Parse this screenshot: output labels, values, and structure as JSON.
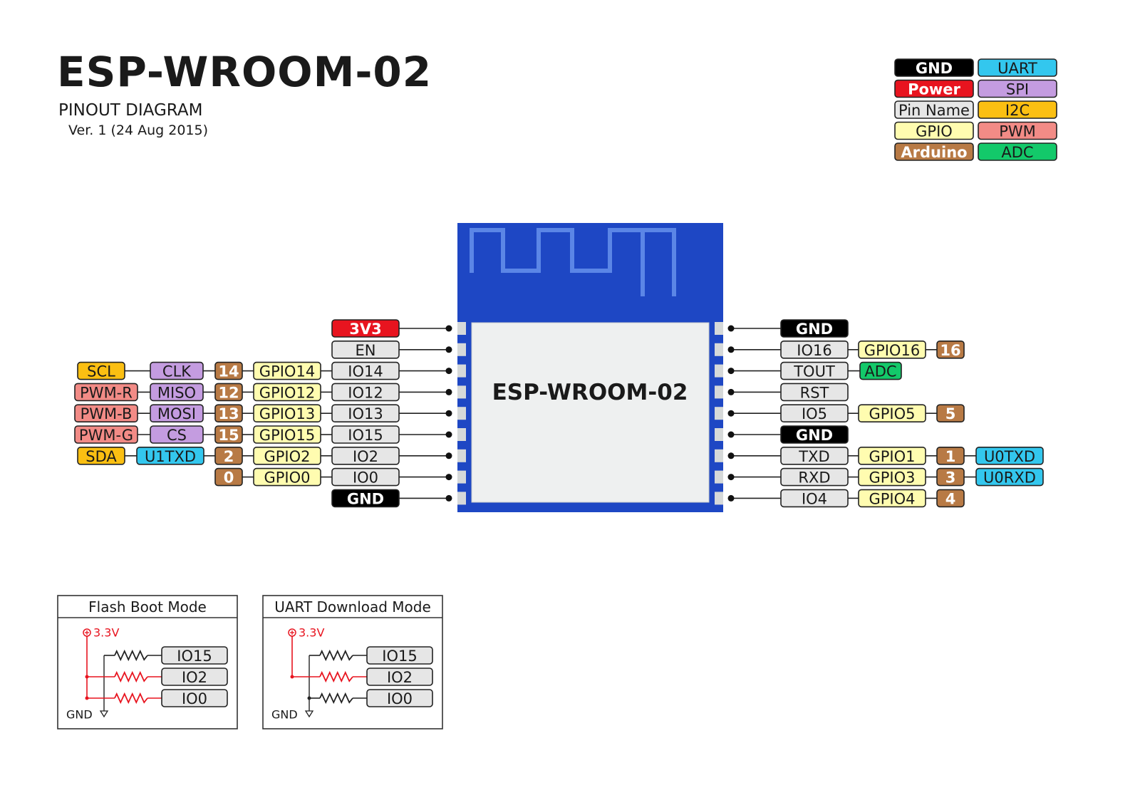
{
  "header": {
    "title": "ESP-WROOM-02",
    "subtitle": "PINOUT DIAGRAM",
    "version": "Ver. 1 (24 Aug 2015)"
  },
  "colors": {
    "gnd": "#000000",
    "power": "#e8141f",
    "pin": "#e6e6e6",
    "gpio": "#fffcb0",
    "arduino": "#b87a45",
    "uart": "#33c7ee",
    "spi": "#c49ce0",
    "i2c": "#fbbf12",
    "pwm": "#f28b86",
    "adc": "#13c96a",
    "chip_blue": "#1e47c4",
    "antenna": "#5b86e6",
    "chip_body": "#eef0f0"
  },
  "legend": [
    {
      "label": "GND",
      "type": "gnd"
    },
    {
      "label": "UART",
      "type": "uart"
    },
    {
      "label": "Power",
      "type": "power"
    },
    {
      "label": "SPI",
      "type": "spi"
    },
    {
      "label": "Pin Name",
      "type": "pin"
    },
    {
      "label": "I2C",
      "type": "i2c"
    },
    {
      "label": "GPIO",
      "type": "gpio"
    },
    {
      "label": "PWM",
      "type": "pwm"
    },
    {
      "label": "Arduino",
      "type": "arduino"
    },
    {
      "label": "ADC",
      "type": "adc"
    }
  ],
  "chip": {
    "label": "ESP-WROOM-02"
  },
  "left_pins": [
    {
      "pin": {
        "label": "3V3",
        "type": "power"
      }
    },
    {
      "pin": {
        "label": "EN",
        "type": "pin"
      }
    },
    {
      "pin": {
        "label": "IO14",
        "type": "pin"
      },
      "gpio": "GPIO14",
      "arduino": "14",
      "func1": {
        "label": "CLK",
        "type": "spi"
      },
      "func2": {
        "label": "SCL",
        "type": "i2c"
      }
    },
    {
      "pin": {
        "label": "IO12",
        "type": "pin"
      },
      "gpio": "GPIO12",
      "arduino": "12",
      "func1": {
        "label": "MISO",
        "type": "spi"
      },
      "func2": {
        "label": "PWM-R",
        "type": "pwm"
      }
    },
    {
      "pin": {
        "label": "IO13",
        "type": "pin"
      },
      "gpio": "GPIO13",
      "arduino": "13",
      "func1": {
        "label": "MOSI",
        "type": "spi"
      },
      "func2": {
        "label": "PWM-B",
        "type": "pwm"
      }
    },
    {
      "pin": {
        "label": "IO15",
        "type": "pin"
      },
      "gpio": "GPIO15",
      "arduino": "15",
      "func1": {
        "label": "CS",
        "type": "spi"
      },
      "func2": {
        "label": "PWM-G",
        "type": "pwm"
      }
    },
    {
      "pin": {
        "label": "IO2",
        "type": "pin"
      },
      "gpio": "GPIO2",
      "arduino": "2",
      "func1": {
        "label": "U1TXD",
        "type": "uart"
      },
      "func2": {
        "label": "SDA",
        "type": "i2c"
      }
    },
    {
      "pin": {
        "label": "IO0",
        "type": "pin"
      },
      "gpio": "GPIO0",
      "arduino": "0"
    },
    {
      "pin": {
        "label": "GND",
        "type": "gnd"
      }
    }
  ],
  "right_pins": [
    {
      "pin": {
        "label": "GND",
        "type": "gnd"
      }
    },
    {
      "pin": {
        "label": "IO16",
        "type": "pin"
      },
      "gpio": "GPIO16",
      "arduino": "16"
    },
    {
      "pin": {
        "label": "TOUT",
        "type": "pin"
      },
      "adc": "ADC"
    },
    {
      "pin": {
        "label": "RST",
        "type": "pin"
      }
    },
    {
      "pin": {
        "label": "IO5",
        "type": "pin"
      },
      "gpio": "GPIO5",
      "arduino": "5"
    },
    {
      "pin": {
        "label": "GND",
        "type": "gnd"
      }
    },
    {
      "pin": {
        "label": "TXD",
        "type": "pin"
      },
      "gpio": "GPIO1",
      "arduino": "1",
      "uart": "U0TXD"
    },
    {
      "pin": {
        "label": "RXD",
        "type": "pin"
      },
      "gpio": "GPIO3",
      "arduino": "3",
      "uart": "U0RXD"
    },
    {
      "pin": {
        "label": "IO4",
        "type": "pin"
      },
      "gpio": "GPIO4",
      "arduino": "4"
    }
  ],
  "boot_modes": [
    {
      "title": "Flash Boot Mode",
      "supply": "3.3V",
      "ground": "GND",
      "pins": [
        {
          "label": "IO15",
          "to": "gnd"
        },
        {
          "label": "IO2",
          "to": "vcc"
        },
        {
          "label": "IO0",
          "to": "vcc"
        }
      ]
    },
    {
      "title": "UART Download Mode",
      "supply": "3.3V",
      "ground": "GND",
      "pins": [
        {
          "label": "IO15",
          "to": "gnd"
        },
        {
          "label": "IO2",
          "to": "vcc"
        },
        {
          "label": "IO0",
          "to": "gnd"
        }
      ]
    }
  ]
}
